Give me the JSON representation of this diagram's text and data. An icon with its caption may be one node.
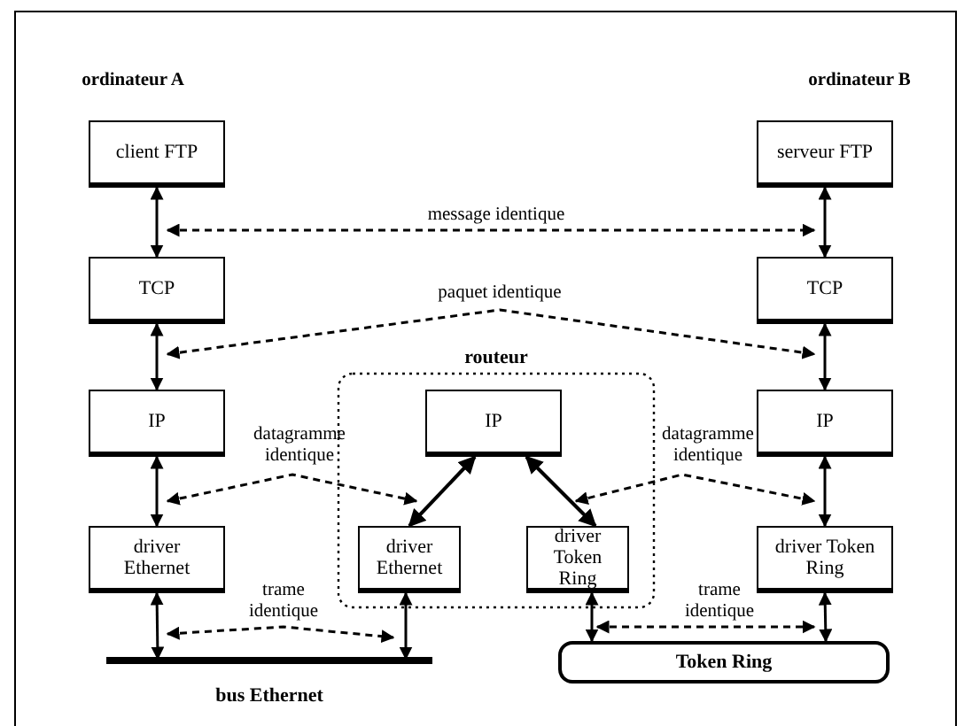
{
  "diagram": {
    "nodes": [
      {
        "text": [
          "client FTP"
        ]
      },
      {
        "text": [
          "TCP"
        ]
      },
      {
        "text": [
          "IP"
        ]
      },
      {
        "text": [
          "driver Ethernet"
        ]
      },
      {
        "text": [
          "routeur"
        ]
      },
      {
        "text": [
          "IP"
        ],
        "in": 4
      },
      {
        "text": [
          "driver Ethernet"
        ],
        "in": 4
      },
      {
        "text": [
          "driver Token Ring"
        ],
        "in": 4
      },
      {
        "text": [
          "serveur FTP"
        ]
      },
      {
        "text": [
          "TCP"
        ]
      },
      {
        "text": [
          "IP"
        ]
      },
      {
        "text": [
          "driver Token Ring"
        ]
      },
      {
        "text": [
          "bus Ethernet"
        ]
      },
      {
        "text": [
          "Token Ring"
        ]
      }
    ],
    "edges": [
      {
        "from": 0,
        "to": 1,
        "arrow": "both"
      },
      {
        "from": 1,
        "to": 2,
        "arrow": "both"
      },
      {
        "from": 2,
        "to": 3,
        "arrow": "both"
      },
      {
        "from": 3,
        "to": 12,
        "arrow": "both"
      },
      {
        "from": 5,
        "to": 6,
        "arrow": "both"
      },
      {
        "from": 5,
        "to": 7,
        "arrow": "both"
      },
      {
        "from": 6,
        "to": 12,
        "arrow": "both"
      },
      {
        "from": 7,
        "to": 13,
        "arrow": "both"
      },
      {
        "from": 8,
        "to": 9,
        "arrow": "both"
      },
      {
        "from": 9,
        "to": 10,
        "arrow": "both"
      },
      {
        "from": 10,
        "to": 11,
        "arrow": "both"
      },
      {
        "from": 11,
        "to": 13,
        "arrow": "both"
      },
      {
        "from": 0,
        "to": 8,
        "arrow": "both",
        "style": "dashed",
        "label": "message identique"
      },
      {
        "from": 1,
        "to": 9,
        "arrow": "both",
        "style": "dashed",
        "label": "paquet identique"
      },
      {
        "from": 2,
        "to": 5,
        "arrow": "both",
        "style": "dashed",
        "label": "datagramme identique"
      },
      {
        "from": 5,
        "to": 10,
        "arrow": "both",
        "style": "dashed",
        "label": "datagramme identique"
      },
      {
        "from": 3,
        "to": 6,
        "arrow": "both",
        "style": "dashed",
        "label": "trame identique"
      },
      {
        "from": 7,
        "to": 11,
        "arrow": "both",
        "style": "dashed",
        "label": "trame identique"
      }
    ],
    "labels": [
      "ordinateur A",
      "ordinateur B"
    ]
  }
}
